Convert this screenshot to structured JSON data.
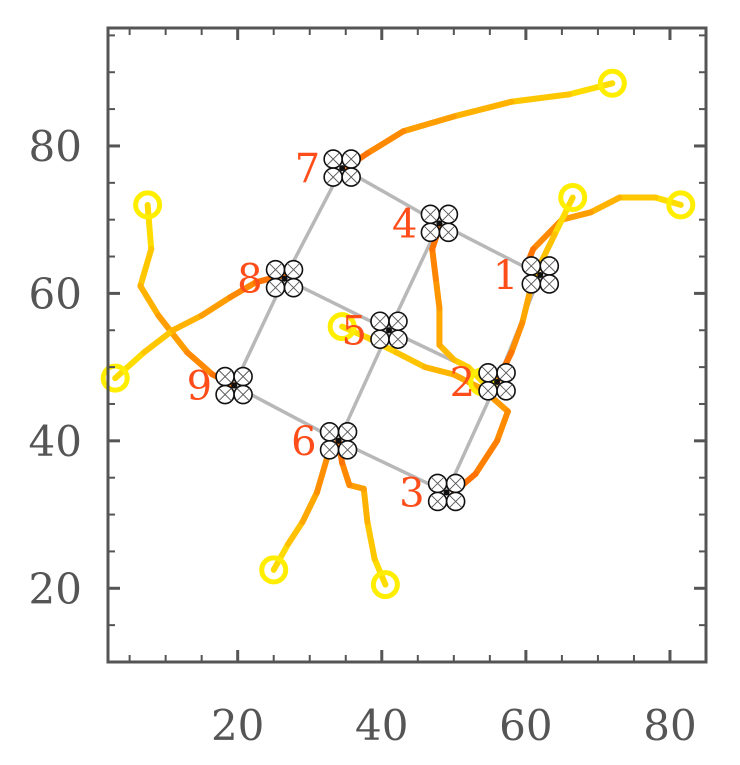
{
  "chart_data": {
    "type": "scatter",
    "title": "",
    "xlabel": "",
    "ylabel": "",
    "xlim": [
      2,
      85
    ],
    "ylim": [
      10,
      96
    ],
    "xticks": [
      20,
      40,
      60,
      80
    ],
    "yticks": [
      20,
      40,
      60,
      80
    ],
    "x_tick_labels": [
      "20",
      "40",
      "60",
      "80"
    ],
    "y_tick_labels": [
      "20",
      "40",
      "60",
      "80"
    ],
    "grid": false,
    "legend": "none",
    "colors": {
      "trajectory_end": "#ff6a00",
      "trajectory_start": "#ffe600",
      "start_marker": "#ffee00",
      "formation_edge": "#b8b8b8",
      "drone_label": "#ff4d1a"
    },
    "drones": [
      {
        "id": "1",
        "label": "1",
        "x": 62,
        "y": 62.5
      },
      {
        "id": "2",
        "label": "2",
        "x": 56,
        "y": 48
      },
      {
        "id": "3",
        "label": "3",
        "x": 49,
        "y": 33
      },
      {
        "id": "4",
        "label": "4",
        "x": 48,
        "y": 69.5
      },
      {
        "id": "5",
        "label": "5",
        "x": 41,
        "y": 55
      },
      {
        "id": "6",
        "label": "6",
        "x": 34,
        "y": 40
      },
      {
        "id": "7",
        "label": "7",
        "x": 34.5,
        "y": 77
      },
      {
        "id": "8",
        "label": "8",
        "x": 26.5,
        "y": 62
      },
      {
        "id": "9",
        "label": "9",
        "x": 19.5,
        "y": 47.5
      }
    ],
    "formation_edges": [
      [
        "7",
        "4"
      ],
      [
        "4",
        "1"
      ],
      [
        "8",
        "5"
      ],
      [
        "5",
        "2"
      ],
      [
        "9",
        "6"
      ],
      [
        "6",
        "3"
      ],
      [
        "7",
        "8"
      ],
      [
        "8",
        "9"
      ],
      [
        "4",
        "5"
      ],
      [
        "5",
        "6"
      ],
      [
        "1",
        "2"
      ],
      [
        "2",
        "3"
      ]
    ],
    "trajectories": [
      {
        "drone": "1",
        "points": [
          [
            81.5,
            72
          ],
          [
            78,
            73
          ],
          [
            73,
            73
          ],
          [
            69,
            71
          ],
          [
            65,
            70
          ],
          [
            61,
            66
          ],
          [
            60,
            63.5
          ]
        ]
      },
      {
        "drone": "2",
        "points": [
          [
            66.5,
            73
          ],
          [
            64,
            68
          ],
          [
            61,
            62
          ],
          [
            59.5,
            56
          ],
          [
            58,
            52
          ],
          [
            56,
            48
          ]
        ]
      },
      {
        "drone": "3",
        "points": [
          [
            54,
            48
          ],
          [
            52,
            50
          ],
          [
            50,
            51
          ],
          [
            48,
            53
          ],
          [
            48,
            58
          ],
          [
            47.5,
            62
          ],
          [
            47,
            66
          ],
          [
            48,
            69
          ]
        ]
      },
      {
        "drone": "4",
        "points": [
          [
            72,
            88.5
          ],
          [
            66,
            87
          ],
          [
            58,
            86
          ],
          [
            50,
            84
          ],
          [
            43,
            82
          ],
          [
            38,
            79
          ],
          [
            35,
            77
          ]
        ]
      },
      {
        "drone": "5",
        "points": [
          [
            34.5,
            55.5
          ],
          [
            38,
            54
          ],
          [
            42,
            52
          ],
          [
            46,
            50
          ],
          [
            50,
            49
          ],
          [
            54,
            47
          ],
          [
            57.5,
            44
          ],
          [
            56,
            40
          ],
          [
            53,
            35.5
          ],
          [
            50,
            33
          ]
        ]
      },
      {
        "drone": "6",
        "points": [
          [
            40.5,
            20.5
          ],
          [
            39,
            24
          ],
          [
            38,
            29
          ],
          [
            37.5,
            33.5
          ],
          [
            35.5,
            34
          ],
          [
            34.5,
            37
          ],
          [
            34,
            40
          ]
        ]
      },
      {
        "drone": "7",
        "points": [
          [
            25,
            22.5
          ],
          [
            27,
            26
          ],
          [
            29,
            29
          ],
          [
            31,
            33
          ],
          [
            32.5,
            38
          ],
          [
            34,
            40
          ]
        ]
      },
      {
        "drone": "8",
        "points": [
          [
            7.5,
            72
          ],
          [
            8,
            66
          ],
          [
            6.5,
            61
          ],
          [
            9,
            57
          ],
          [
            13,
            52
          ],
          [
            16.5,
            49
          ],
          [
            19.5,
            47.5
          ]
        ]
      },
      {
        "drone": "9",
        "points": [
          [
            3,
            48.5
          ],
          [
            7,
            52
          ],
          [
            11,
            55
          ],
          [
            15,
            57
          ],
          [
            19,
            59.5
          ],
          [
            22.5,
            61.5
          ],
          [
            26.5,
            62.5
          ]
        ]
      }
    ]
  }
}
